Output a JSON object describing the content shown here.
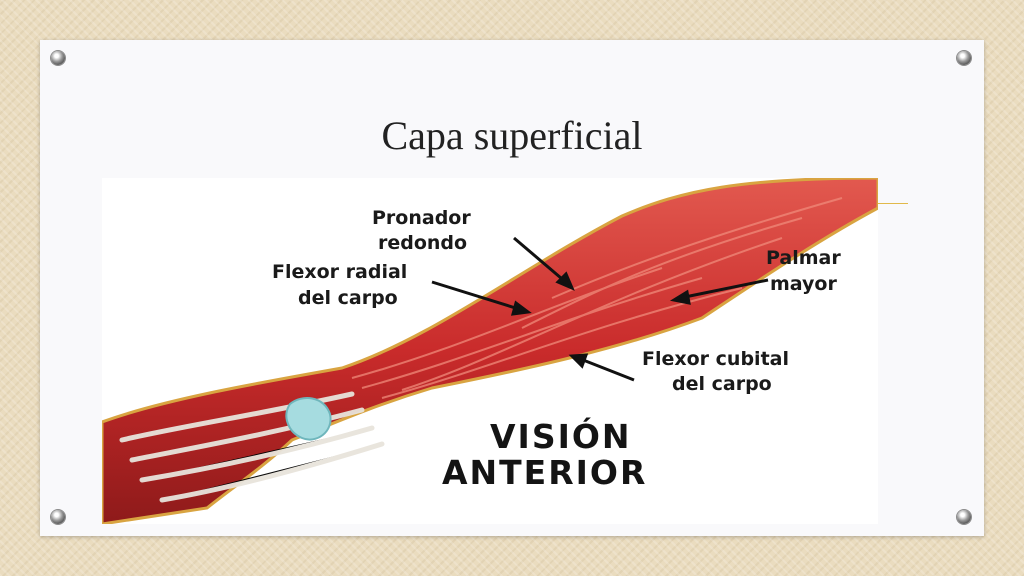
{
  "slide": {
    "title": "Capa superficial"
  },
  "figure": {
    "labels": {
      "pronador_1": "Pronador",
      "pronador_2": "redondo",
      "flexor_radial_1": "Flexor radial",
      "flexor_radial_2": "del carpo",
      "palmar_1": "Palmar",
      "palmar_2": "mayor",
      "flexor_cubital_1": "Flexor cubital",
      "flexor_cubital_2": "del carpo",
      "view_1": "VISIÓN",
      "view_2": "ANTERIOR"
    }
  },
  "colors": {
    "accent": "#e1b94a",
    "muscle": "#c92b2b",
    "tendon": "#e8e4dc"
  }
}
